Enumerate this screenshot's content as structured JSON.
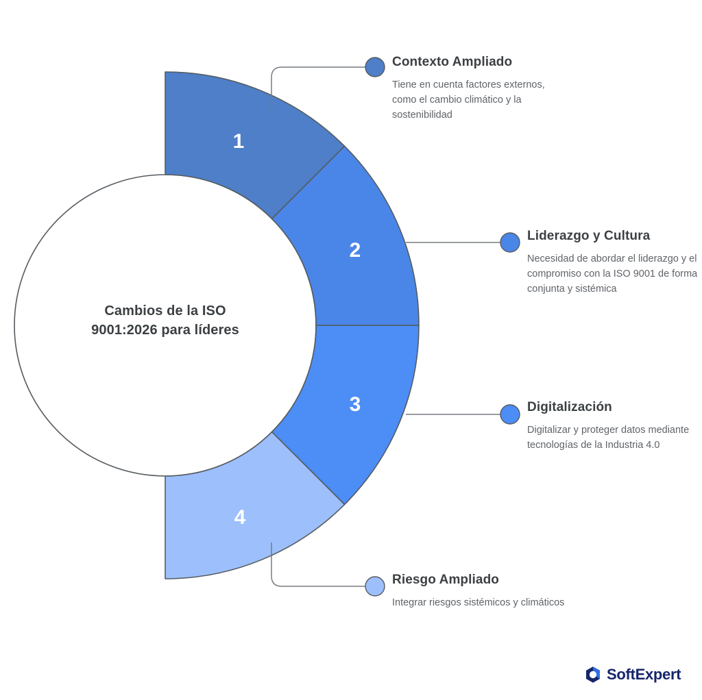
{
  "center": {
    "line1": "Cambios de la ISO",
    "line2": "9001:2026 para líderes"
  },
  "chart_data": {
    "type": "pie",
    "title": "Cambios de la ISO 9001:2026 para líderes",
    "subtype": "half-donut",
    "legend_position": "right",
    "grid": false,
    "categories": [
      "Contexto Ampliado",
      "Liderazgo y Cultura",
      "Digitalización",
      "Riesgo Ampliado"
    ],
    "values": [
      25,
      25,
      25,
      25
    ],
    "units": "percent",
    "colors": [
      "#4e7fc8",
      "#4a86e8",
      "#4c8df6",
      "#9dbffb"
    ],
    "segments": [
      {
        "number": "1",
        "label": "Contexto Ampliado",
        "description": "Tiene en cuenta factores externos, como el cambio climático y la sostenibilidad",
        "color": "#4e7fc8",
        "start_angle": -90,
        "end_angle": -45,
        "value": 25
      },
      {
        "number": "2",
        "label": "Liderazgo y Cultura",
        "description": "Necesidad de abordar el liderazgo y el compromiso con la ISO 9001 de forma conjunta y sistémica",
        "color": "#4a86e8",
        "start_angle": -45,
        "end_angle": 0,
        "value": 25
      },
      {
        "number": "3",
        "label": "Digitalización",
        "description": "Digitalizar y proteger datos mediante tecnologías de la Industria 4.0",
        "color": "#4c8df6",
        "start_angle": 0,
        "end_angle": 45,
        "value": 25
      },
      {
        "number": "4",
        "label": "Riesgo Ampliado",
        "description": "Integrar riesgos sistémicos y climáticos",
        "color": "#9dbffb",
        "start_angle": 45,
        "end_angle": 90,
        "value": 25
      }
    ]
  },
  "callouts": [
    {
      "number": "1",
      "title": "Contexto Ampliado",
      "description": "Tiene en cuenta factores externos, como el cambio climático y la sostenibilidad",
      "dot_color": "#4e7fc8",
      "dot_icon": "bullet-dot-icon"
    },
    {
      "number": "2",
      "title": "Liderazgo y Cultura",
      "description": "Necesidad de abordar el liderazgo y el compromiso con la ISO 9001 de forma conjunta y sistémica",
      "dot_color": "#4a86e8",
      "dot_icon": "bullet-dot-icon"
    },
    {
      "number": "3",
      "title": "Digitalización",
      "description": "Digitalizar y proteger datos mediante tecnologías de la Industria 4.0",
      "dot_color": "#4c8df6",
      "dot_icon": "bullet-dot-icon"
    },
    {
      "number": "4",
      "title": "Riesgo Ampliado",
      "description": "Integrar riesgos sistémicos y climáticos",
      "dot_color": "#9dbffb",
      "dot_icon": "bullet-dot-icon"
    }
  ],
  "brand": {
    "name": "SoftExpert",
    "icon": "softexpert-hexagon-icon",
    "text_color": "#16266b",
    "icon_color_dark": "#16266b",
    "icon_color_light": "#2f6fe4"
  },
  "style": {
    "stroke": "#555b60",
    "connector": "#777c81",
    "text_primary": "#3c4043",
    "text_secondary": "#5f6368",
    "background": "#ffffff"
  }
}
